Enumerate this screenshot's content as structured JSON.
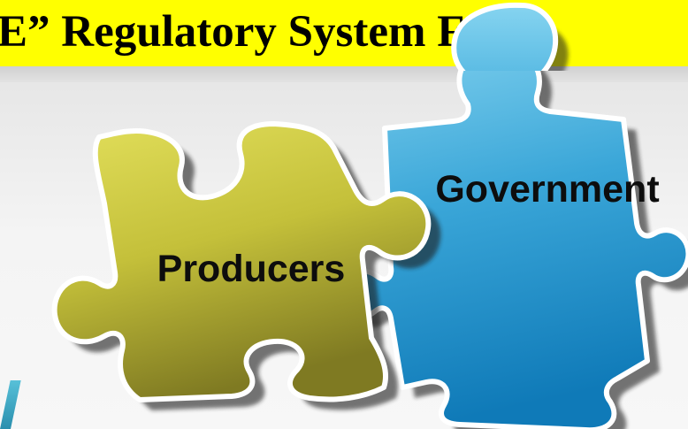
{
  "slide": {
    "title": "E” Regulatory System    Food"
  },
  "pieces": [
    {
      "label": "Producers",
      "color": "#c9c63a"
    },
    {
      "label": "Government",
      "color": "#3fa9d6"
    }
  ],
  "colors": {
    "title_background": "#ffff00",
    "producers_piece": "#c9c63a",
    "government_piece": "#3fa9d6"
  }
}
